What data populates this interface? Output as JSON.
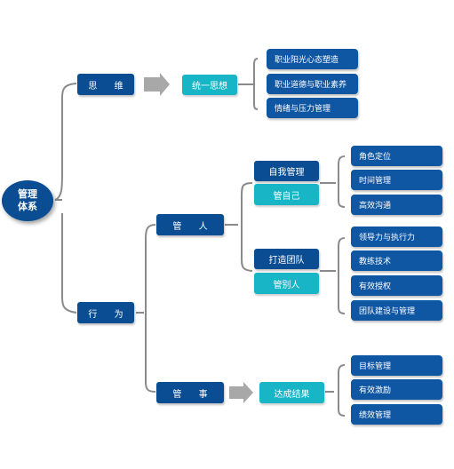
{
  "root": "管理\n体系",
  "thinking": {
    "label": "思 维",
    "result": "统一思想",
    "items": [
      "职业阳光心态塑造",
      "职业道德与职业素养",
      "情绪与压力管理"
    ]
  },
  "action": {
    "label": "行 为",
    "people": {
      "label": "管 人",
      "self": {
        "label": "自我管理",
        "sub": "管自己",
        "items": [
          "角色定位",
          "时间管理",
          "高效沟通"
        ]
      },
      "team": {
        "label": "打造团队",
        "sub": "管别人",
        "items": [
          "领导力与执行力",
          "教练技术",
          "有效授权",
          "团队建设与管理"
        ]
      }
    },
    "affairs": {
      "label": "管 事",
      "result": "达成结果",
      "items": [
        "目标管理",
        "有效激励",
        "绩效管理"
      ]
    }
  },
  "colors": {
    "dark": "#0a4d93",
    "teal": "#17b5c5",
    "line": "#8a8a8a",
    "arrow": "#a8a8a8"
  }
}
